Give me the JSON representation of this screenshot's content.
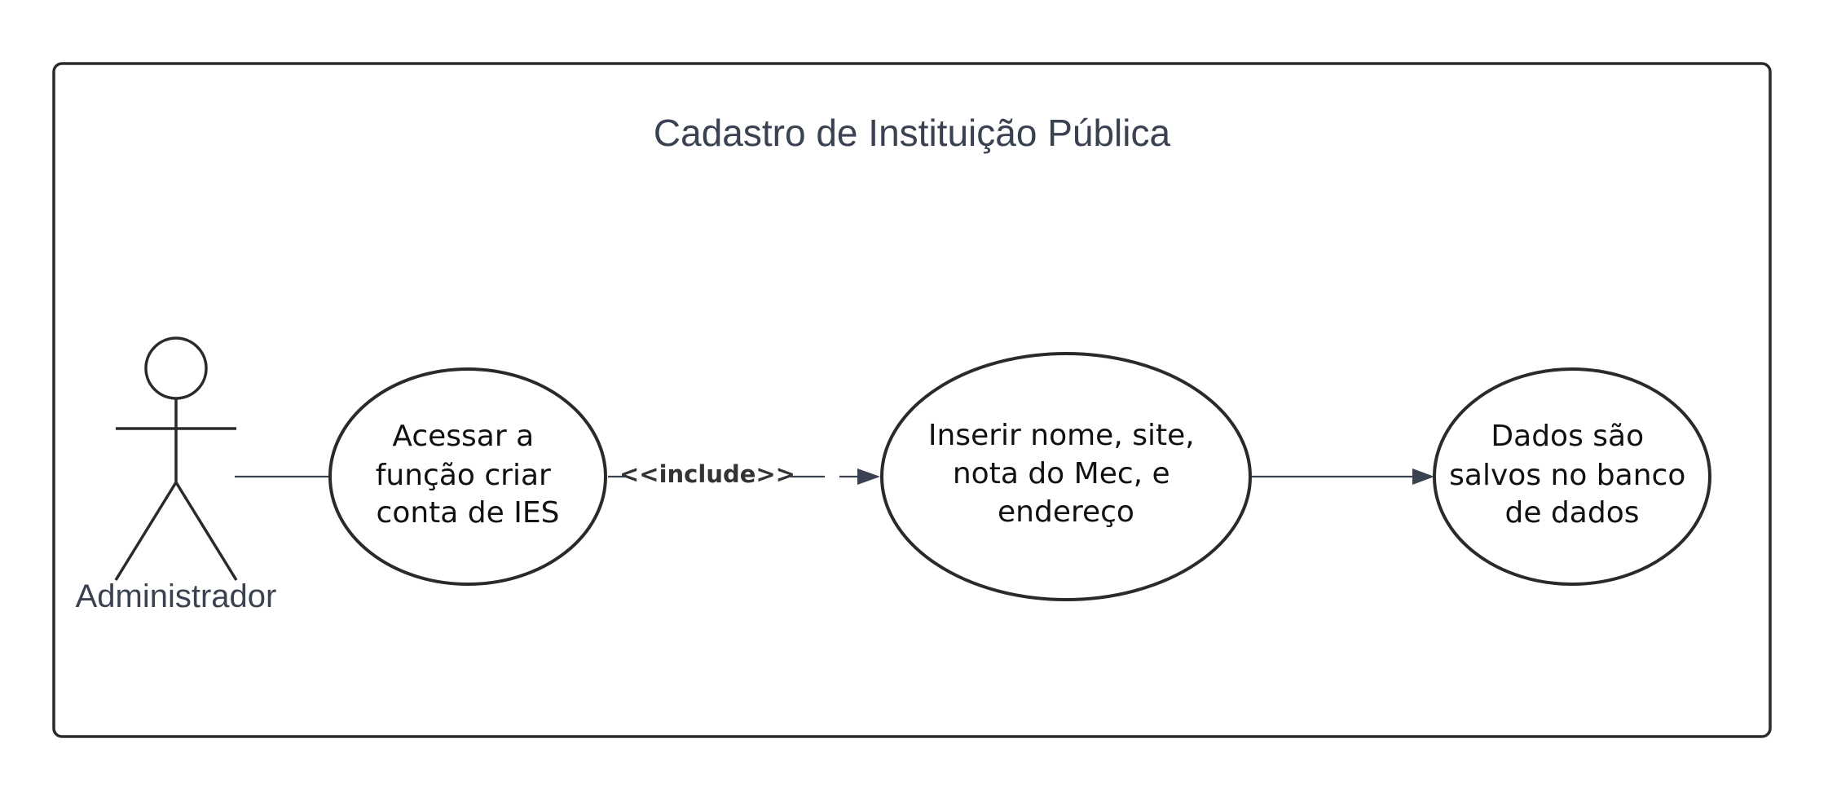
{
  "system": {
    "title": "Cadastro de Instituição Pública"
  },
  "actor": {
    "label": "Administrador"
  },
  "use_cases": [
    {
      "lines": [
        "Acessar a",
        "função criar",
        "conta de IES"
      ]
    },
    {
      "lines": [
        "Inserir nome, site,",
        "nota do Mec, e",
        "endereço"
      ]
    },
    {
      "lines": [
        "Dados são",
        "salvos no banco",
        "de dados"
      ]
    }
  ],
  "relationships": [
    {
      "from": "actor",
      "to": "use_case_1",
      "kind": "association",
      "label": ""
    },
    {
      "from": "use_case_1",
      "to": "use_case_2",
      "kind": "include",
      "label": "<<include>>"
    },
    {
      "from": "use_case_2",
      "to": "use_case_3",
      "kind": "directed",
      "label": ""
    }
  ],
  "colors": {
    "stroke": "#2a2a2a",
    "text": "#3a4150",
    "background": "#ffffff"
  }
}
